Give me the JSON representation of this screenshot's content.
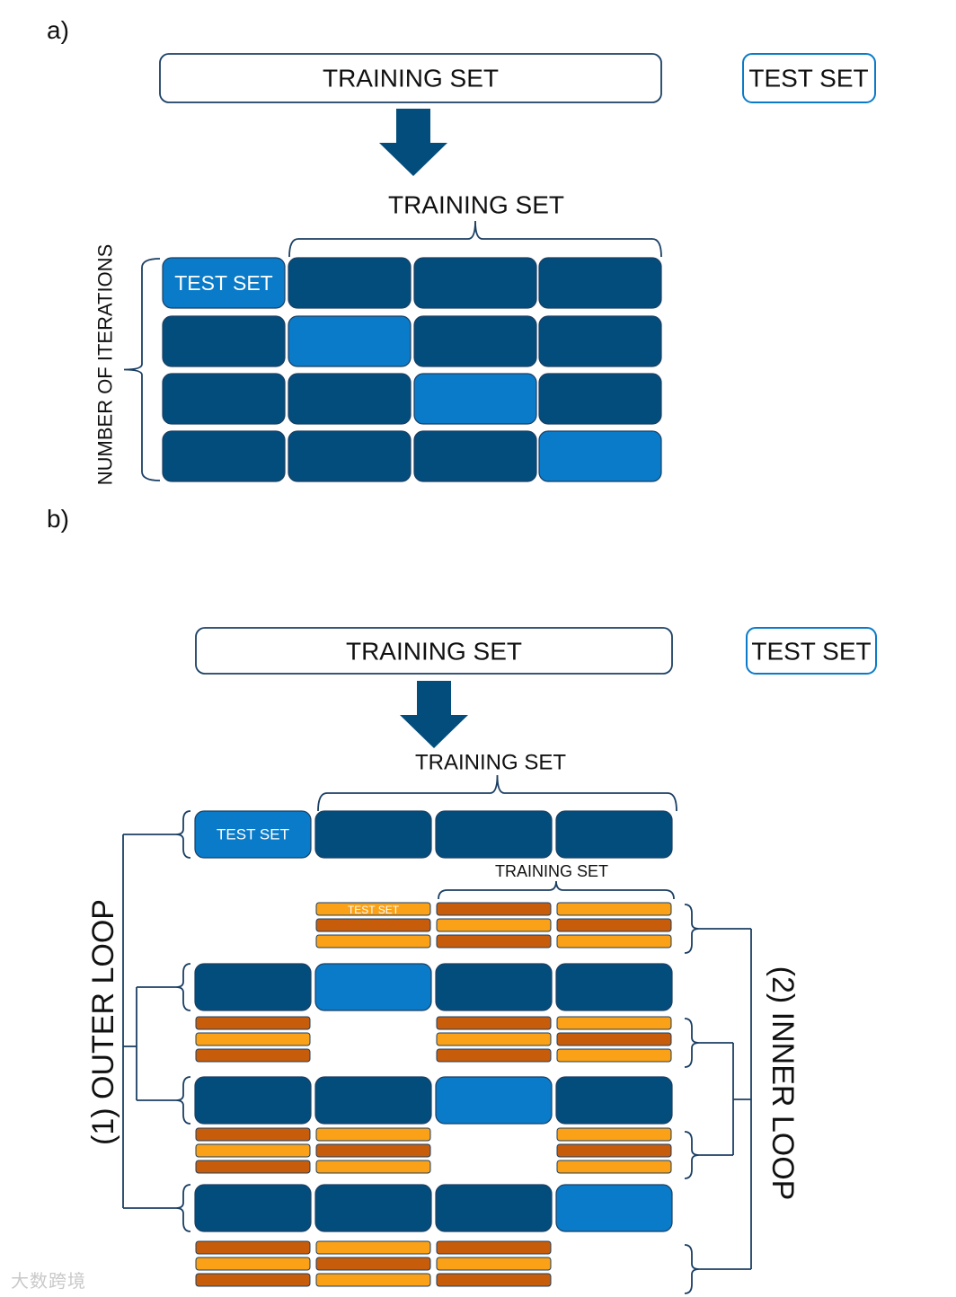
{
  "panels": [
    {
      "label": "a)"
    },
    {
      "label": "b)"
    }
  ],
  "a": {
    "top_training_label": "TRAINING SET",
    "top_test_label": "TEST SET",
    "split_training_label": "TRAINING SET",
    "fold_test_label": "TEST SET",
    "iterations_label": "NUMBER OF ITERATIONS",
    "grid_rows": 4,
    "grid_cols": 4,
    "test_fold_index": [
      0,
      1,
      2,
      3
    ]
  },
  "b": {
    "top_training_label": "TRAINING SET",
    "top_test_label": "TEST SET",
    "split_training_label": "TRAINING SET",
    "fold_test_label": "TEST SET",
    "inner_training_label": "TRAINING SET",
    "inner_test_label": "TEST SET",
    "outer_loop_label": "(1) OUTER LOOP",
    "inner_loop_label": "(2) INNER LOOP",
    "outer_rows": 4,
    "outer_cols": 4,
    "outer_test_index": [
      0,
      1,
      2,
      3
    ],
    "inner_stripes": 3
  },
  "colors": {
    "navy": "#034d7c",
    "test_blue": "#0a7bc9",
    "orange_dark": "#c75d0a",
    "orange_light": "#fba117",
    "outline": "#1b3f63"
  },
  "watermark": "大数跨境"
}
